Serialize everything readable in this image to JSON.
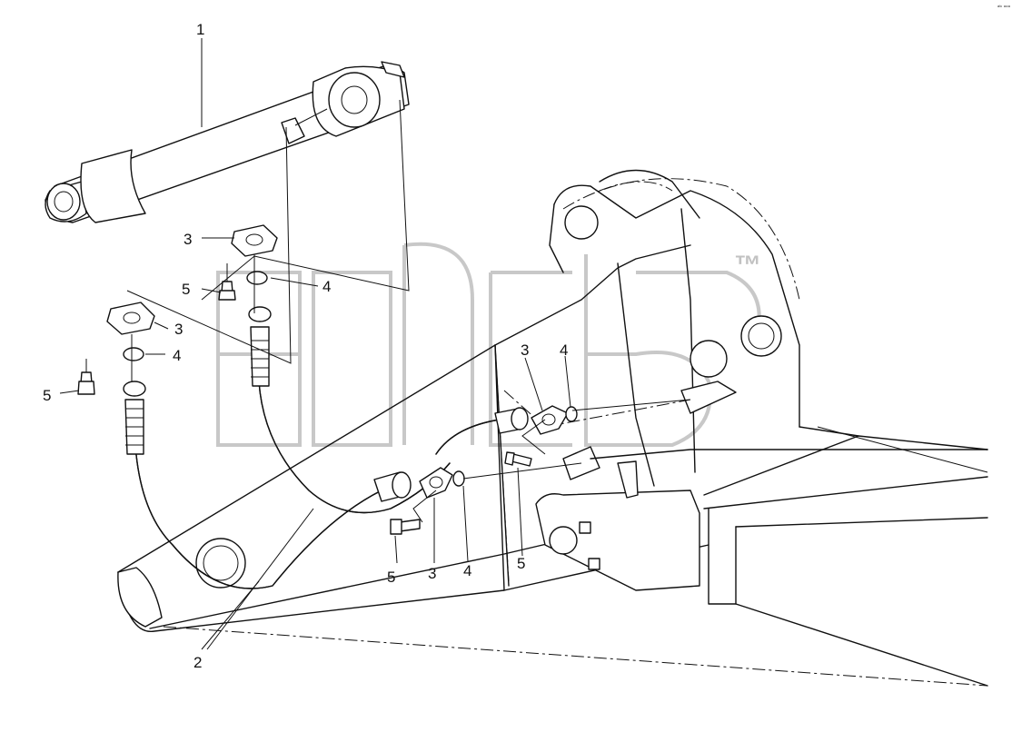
{
  "callouts": {
    "cylinder": "1",
    "hoses": "2",
    "flange_a": "3",
    "flange_b": "3",
    "flange_c": "3",
    "flange_d": "3",
    "oring_a": "4",
    "oring_b": "4",
    "oring_c": "4",
    "oring_d": "4",
    "bolt_a": "5",
    "bolt_b": "5",
    "bolt_c": "5",
    "bolt_d": "5"
  },
  "watermark": {
    "trademark": "™"
  },
  "corner_mark": "ᵃᵇ ᵒᵒᵒ"
}
